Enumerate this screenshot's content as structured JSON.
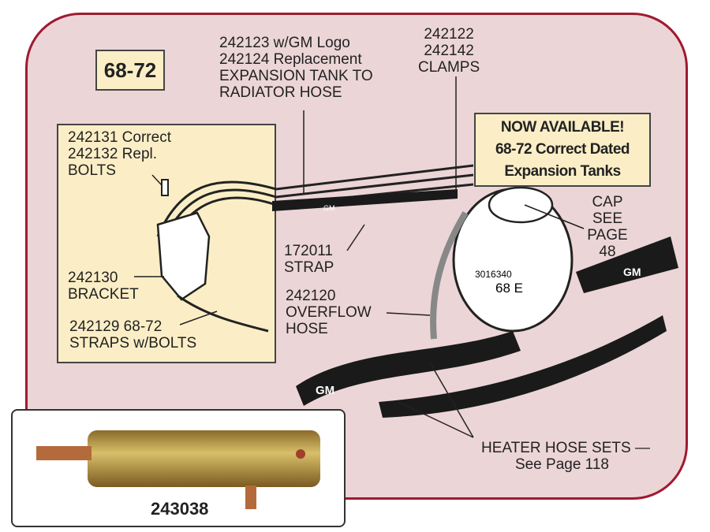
{
  "year_badge": "68-72",
  "labels": {
    "radiator_hose": [
      "242123 w/GM Logo",
      "242124 Replacement",
      "EXPANSION TANK TO",
      "RADIATOR HOSE"
    ],
    "clamps": [
      "242122",
      "242142",
      "CLAMPS"
    ],
    "bolts": [
      "242131 Correct",
      "242132  Repl.",
      "BOLTS"
    ],
    "bracket": [
      "242130",
      "BRACKET"
    ],
    "straps": [
      "242129  68-72",
      "STRAPS w/BOLTS"
    ],
    "strap": [
      "172011",
      "STRAP"
    ],
    "overflow": [
      "242120",
      "OVERFLOW",
      "HOSE"
    ],
    "cap": [
      "CAP",
      "SEE",
      "PAGE",
      "48"
    ],
    "heater": [
      "HEATER HOSE SETS —",
      "See Page 118"
    ]
  },
  "callout": [
    "NOW AVAILABLE!",
    "68-72 Correct Dated",
    "Expansion Tanks"
  ],
  "tank_markings": [
    "3016340",
    "68 E"
  ],
  "hose_marking": "GM",
  "photo_part_number": "243038",
  "colors": {
    "panel": "#ecd5d7",
    "border": "#a01a30",
    "box": "#fbeec6"
  }
}
